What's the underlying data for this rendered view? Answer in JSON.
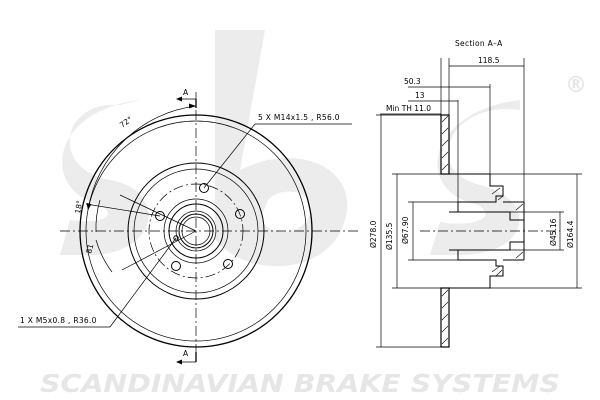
{
  "watermark": {
    "logo_text": "sbs",
    "registered_mark": "®",
    "brand_text": "SCANDINAVIAN BRAKE SYSTEMS",
    "color": "#e6e6e6"
  },
  "front_view": {
    "section_marker_top": "A",
    "section_marker_bottom": "A",
    "bolt_note": "5 X M14x1.5 , R56.0",
    "screw_note": "1 X M5x0.8 , R36.0",
    "angle_72": "72°",
    "angle_18": "18°",
    "angle_81": "81"
  },
  "section_view": {
    "title": "Section A–A",
    "dim_118_5": "118.5",
    "dim_50_3": "50.3",
    "dim_13": "13",
    "min_th": "Min TH 11.0",
    "dia_278": "Ø278.0",
    "dia_135_5": "Ø135.5",
    "dia_67_90": "Ø67.90",
    "dia_45_16": "Ø45.16",
    "dia_164_4": "Ø164.4"
  }
}
